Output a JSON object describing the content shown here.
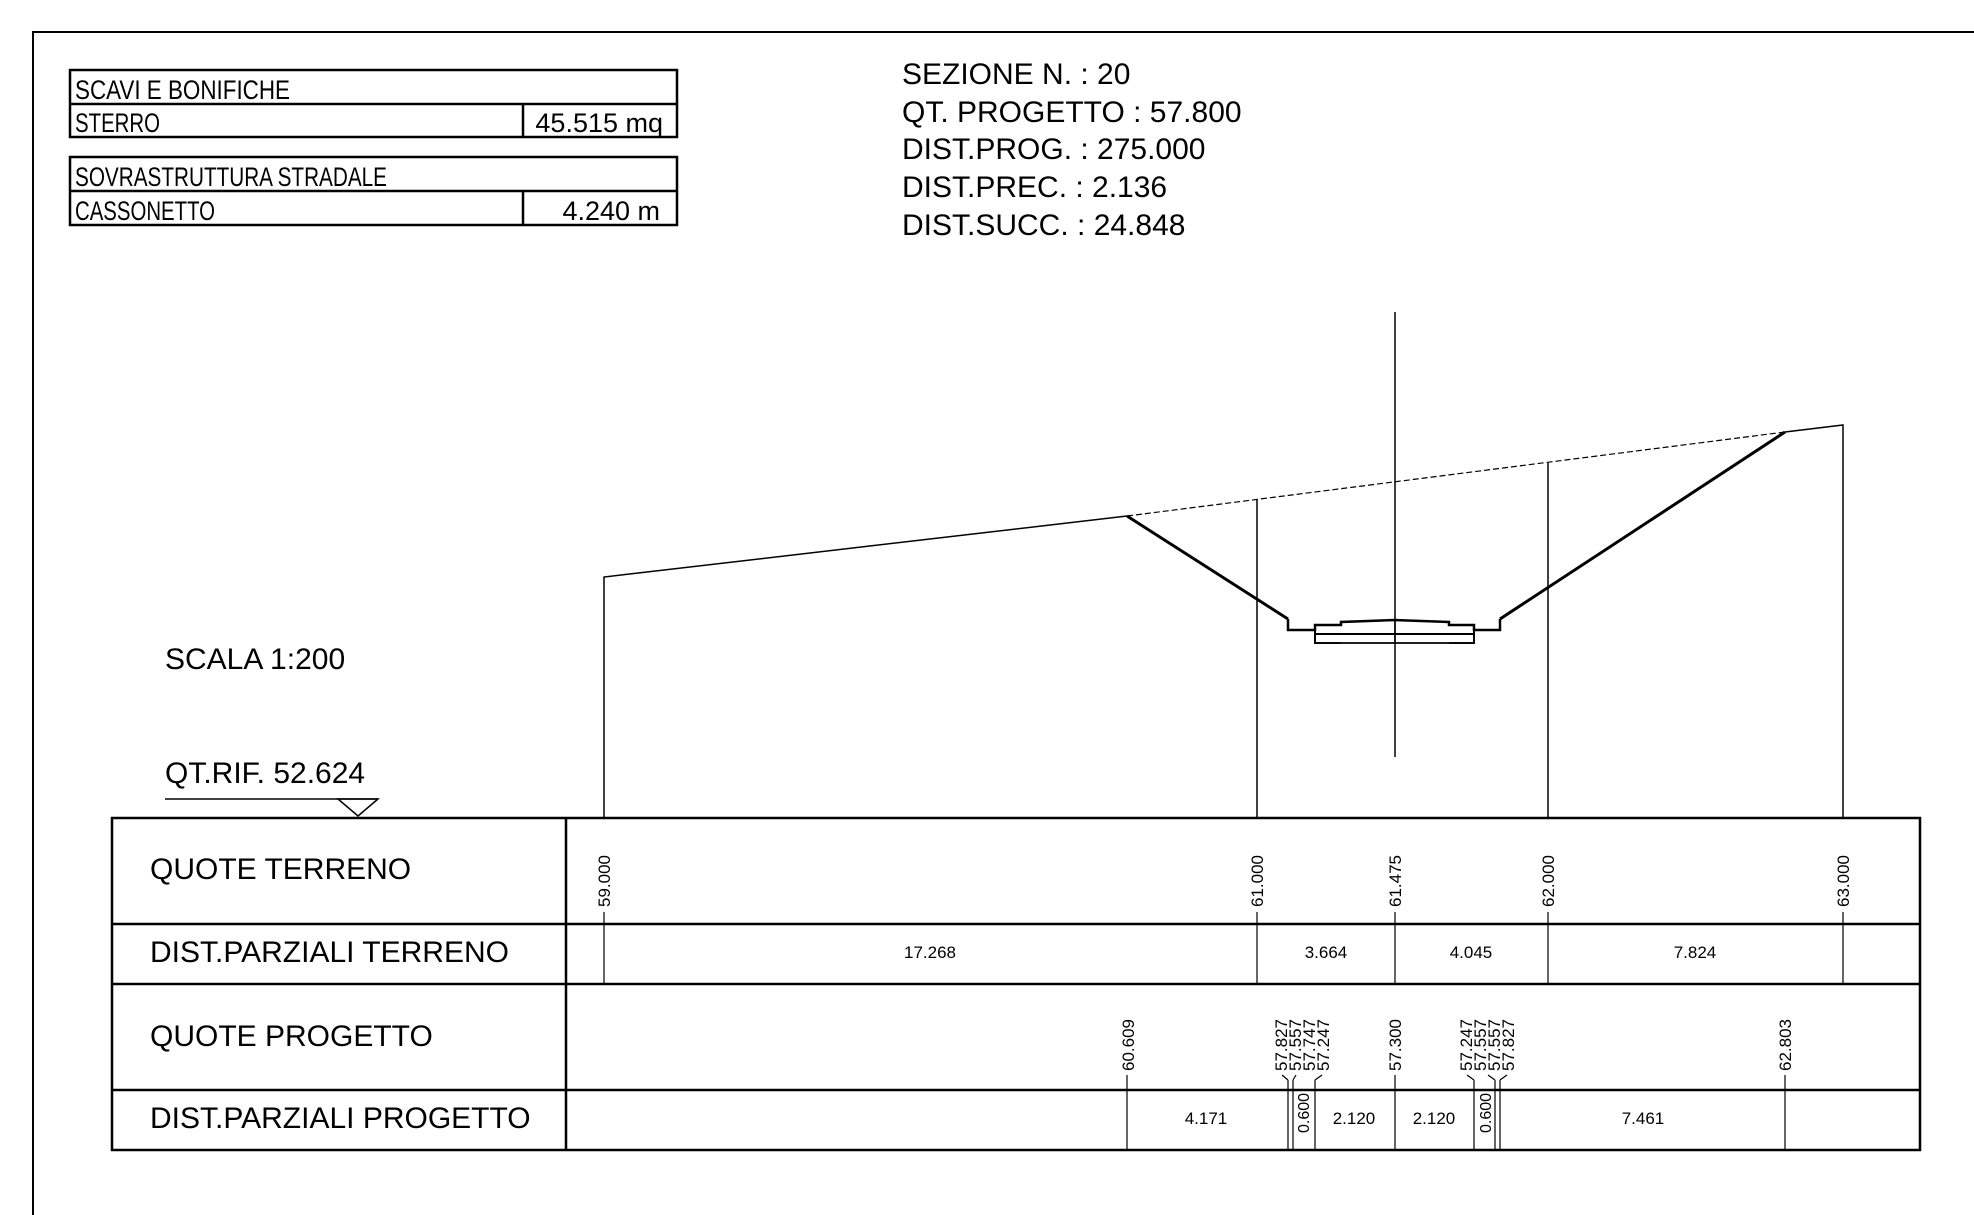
{
  "summary_tables": {
    "scavi": {
      "title": "SCAVI E BONIFICHE",
      "row_label": "STERRO",
      "row_value": "45.515 mq"
    },
    "sovrastruttura": {
      "title": "SOVRASTRUTTURA STRADALE",
      "row_label": "CASSONETTO",
      "row_value": "4.240 m"
    }
  },
  "section_info": {
    "numero": "SEZIONE N. : 20",
    "qt_progetto": "QT. PROGETTO : 57.800",
    "dist_prog": "DIST.PROG. : 275.000",
    "dist_prec": "DIST.PREC. : 2.136",
    "dist_succ": "DIST.SUCC. : 24.848"
  },
  "scale": "SCALA 1:200",
  "reference": "QT.RIF. 52.624",
  "bottom_table": {
    "row_labels": {
      "quote_terreno": "QUOTE TERRENO",
      "dist_terreno": "DIST.PARZIALI TERRENO",
      "quote_progetto": "QUOTE PROGETTO",
      "dist_progetto": "DIST.PARZIALI PROGETTO"
    },
    "quote_terreno": [
      "59.000",
      "61.000",
      "61.475",
      "62.000",
      "63.000"
    ],
    "dist_terreno": [
      "17.268",
      "3.664",
      "4.045",
      "7.824"
    ],
    "quote_progetto": [
      "60.609",
      "57.827",
      "57.557",
      "57.747",
      "57.247",
      "57.300",
      "57.247",
      "57.557",
      "57.557",
      "57.827",
      "62.803"
    ],
    "dist_progetto": [
      "4.171",
      "0.600",
      "2.120",
      "2.120",
      "0.600",
      "7.461"
    ]
  }
}
